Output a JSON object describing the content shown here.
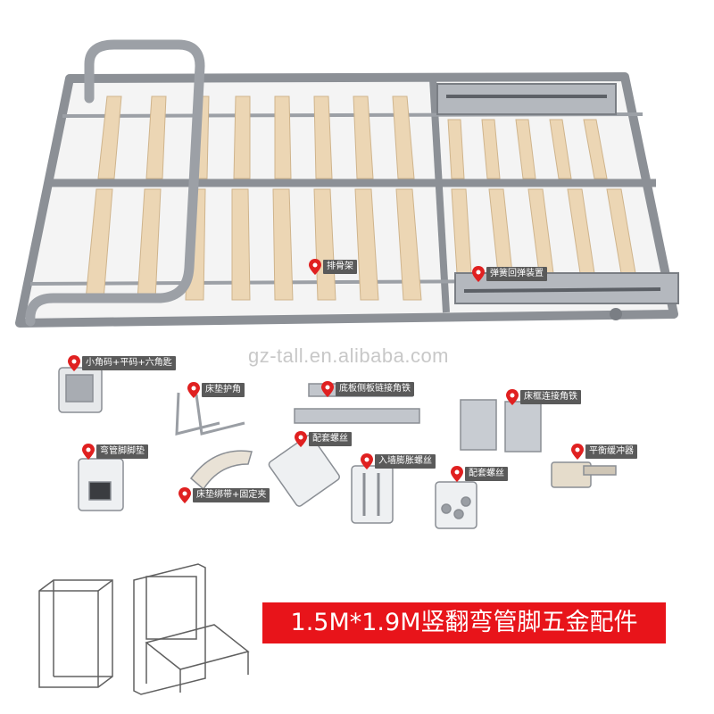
{
  "watermark": "gz-tall.en.alibaba.com",
  "banner": "1.5M*1.9M竖翻弯管脚五金配件",
  "labels": {
    "slats": "排骨架",
    "spring": "弹簧回弹装置",
    "corner_code": "小角码+平码+六角匙",
    "mattress_guard": "床垫护角",
    "side_bracket": "底板侧板链接角铁",
    "frame_bracket": "床框连接角铁",
    "foot_pad": "弯管脚脚垫",
    "screws1": "配套螺丝",
    "anchor": "入墙膨胀螺丝",
    "screws2": "配套螺丝",
    "buffer": "平衡缓冲器",
    "strap": "床垫绑带+固定夹"
  },
  "colors": {
    "pin_red": "#e02020",
    "label_bg": "#5a5a5a",
    "banner_red": "#e8141a",
    "frame_gray": "#8c9096",
    "slat_wood": "#ecd6b4"
  }
}
